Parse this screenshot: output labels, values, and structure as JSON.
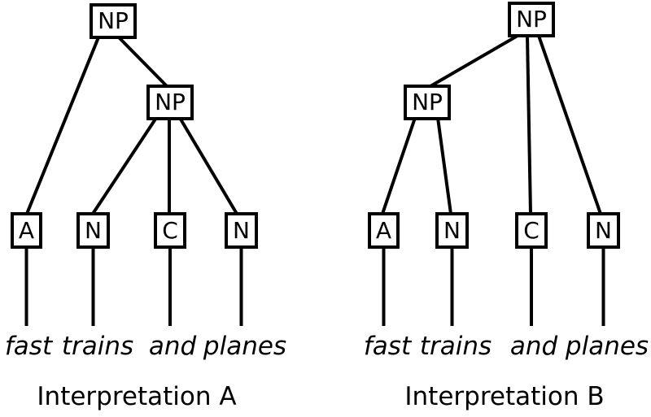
{
  "figure": {
    "background": "#ffffff",
    "line_color": "#000000",
    "sentence": "fast trains and planes"
  },
  "trees": [
    {
      "id": "A",
      "caption": "Interpretation A",
      "root_label": "NP",
      "inner_label": "NP",
      "structure": "NP -> A (NP -> N C N)",
      "leaves": [
        {
          "pos": "A",
          "word": "fast"
        },
        {
          "pos": "N",
          "word": "trains"
        },
        {
          "pos": "C",
          "word": "and"
        },
        {
          "pos": "N",
          "word": "planes"
        }
      ]
    },
    {
      "id": "B",
      "caption": "Interpretation B",
      "root_label": "NP",
      "inner_label": "NP",
      "structure": "NP -> (NP -> A N) C N",
      "leaves": [
        {
          "pos": "A",
          "word": "fast"
        },
        {
          "pos": "N",
          "word": "trains"
        },
        {
          "pos": "C",
          "word": "and"
        },
        {
          "pos": "N",
          "word": "planes"
        }
      ]
    }
  ]
}
